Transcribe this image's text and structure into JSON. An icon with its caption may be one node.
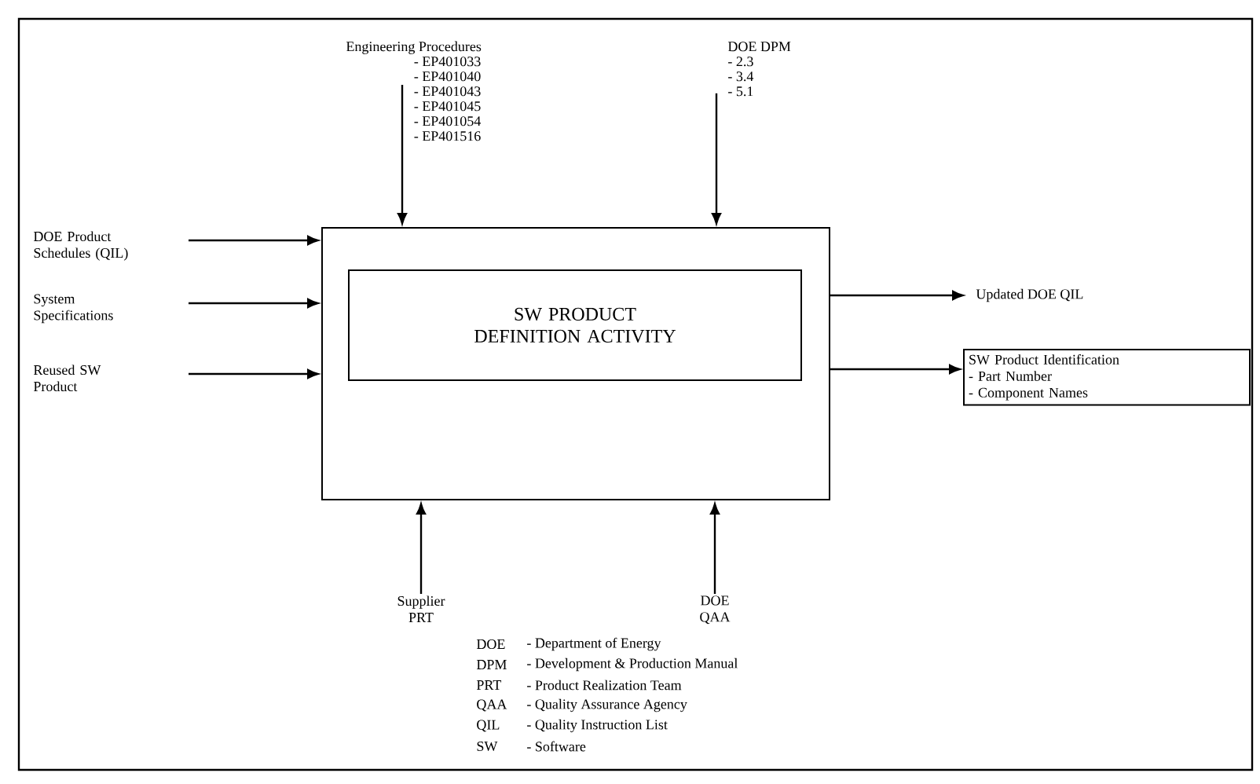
{
  "diagram": {
    "nodes": [
      {
        "text": [],
        "shape": "box"
      },
      {
        "text": [
          "SW PRODUCT DEFINITION ACTIVITY"
        ],
        "in": 0
      },
      {
        "text": [
          "Engineering Procedures",
          "- EP401033",
          "- EP401040",
          "- EP401043",
          "- EP401045",
          "- EP401054",
          "- EP401516"
        ]
      },
      {
        "text": [
          "DOE DPM",
          "- 2.3",
          "- 3.4",
          "- 5.1"
        ]
      },
      {
        "text": [
          "DOE Product Schedules (QIL)"
        ]
      },
      {
        "text": [
          "System Specifications"
        ]
      },
      {
        "text": [
          "Reused SW Product"
        ]
      },
      {
        "text": [
          "Supplier PRT"
        ]
      },
      {
        "text": [
          "DOE QAA"
        ]
      },
      {
        "text": [
          "Updated DOE QIL"
        ]
      },
      {
        "text": [
          "SW Product Identification",
          "- Part Number",
          "- Component Names"
        ]
      }
    ],
    "edges": [
      {
        "from": 2,
        "to": 0,
        "arrow": "to"
      },
      {
        "from": 3,
        "to": 0,
        "arrow": "to"
      },
      {
        "from": 4,
        "to": 0,
        "arrow": "to"
      },
      {
        "from": 5,
        "to": 0,
        "arrow": "to"
      },
      {
        "from": 6,
        "to": 0,
        "arrow": "to"
      },
      {
        "from": 7,
        "to": 0,
        "arrow": "to"
      },
      {
        "from": 8,
        "to": 0,
        "arrow": "to"
      },
      {
        "from": 0,
        "to": 9,
        "arrow": "to"
      },
      {
        "from": 0,
        "to": 10,
        "arrow": "to"
      }
    ],
    "labels": [
      "DOE",
      "- Department of Energy",
      "DPM",
      "- Development & Production Manual",
      "PRT",
      "- Product Realization Team",
      "QAA",
      "- Quality Assurance Agency",
      "QIL",
      "- Quality Instruction List",
      "SW",
      "- Software"
    ]
  }
}
